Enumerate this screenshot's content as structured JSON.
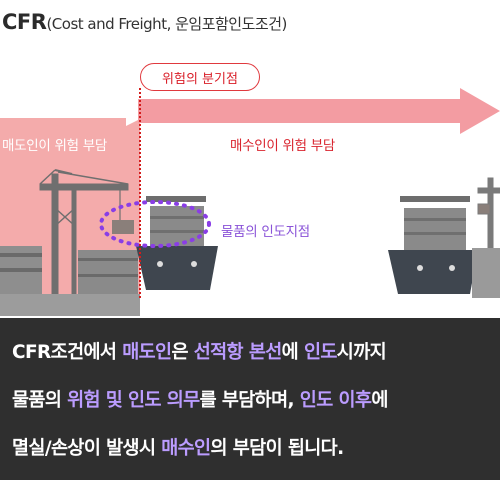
{
  "title": {
    "main": "CFR",
    "sub": "(Cost and Freight, 운임포함인도조건)"
  },
  "scene": {
    "split_badge": "위험의 분기점",
    "seller_label": "매도인이 위험 부담",
    "buyer_label": "매수인이 위험 부담",
    "delivery_label": "물품의 인도지점"
  },
  "colors": {
    "accent_red": "#e63a45",
    "arrow_pink": "#f39ca2",
    "delivery_purple": "#8a53d8",
    "panel_bg": "#2f2f2f",
    "highlight_purple": "#bb9cff"
  },
  "icons": [
    "crane-icon",
    "ship-icon",
    "anchor-icon",
    "cargo-icon",
    "arrow-icon"
  ],
  "explanation": {
    "line1": {
      "p1": "CFR조건에서 ",
      "h1": "매도인",
      "p2": "은 ",
      "h2": "선적항 본선",
      "p3": "에 ",
      "h3": "인도",
      "p4": "시까지"
    },
    "line2": {
      "p1": "물품의 ",
      "h1": "위험 및 인도 의무",
      "p2": "를 부담하며, ",
      "h2": "인도 이후",
      "p3": "에"
    },
    "line3": {
      "p1": "멸실/손상이 발생시 ",
      "h1": "매수인",
      "p2": "의 부담이 됩니다."
    }
  }
}
